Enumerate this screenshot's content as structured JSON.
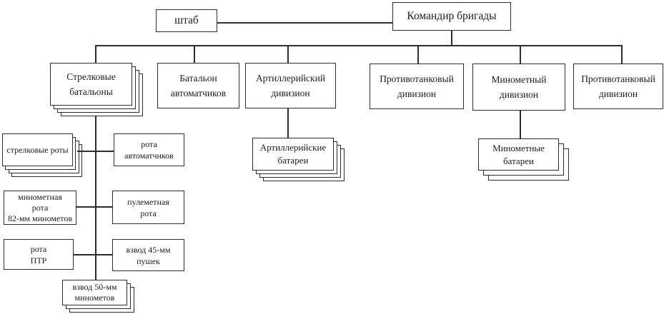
{
  "diagram": {
    "type": "org-chart",
    "language": "ru",
    "colors": {
      "background": "#ffffff",
      "line": "#2d2d2d",
      "box_fill": "#ffffff",
      "text": "#1d1d1d"
    },
    "nodes": {
      "shtab": {
        "label": "штаб",
        "stacked": false
      },
      "commander": {
        "label": "Командир бригады",
        "stacked": false
      },
      "rifle_battalions": {
        "label": "Стрелковые\nбатальоны",
        "stacked": true,
        "stack_layers": 4
      },
      "smg_battalion": {
        "label": "Батальон\nавтоматчиков",
        "stacked": false
      },
      "artillery_division": {
        "label": "Артиллерийский\nдивизион",
        "stacked": false
      },
      "at_division_1": {
        "label": "Противотанковый\nдивизион",
        "stacked": false
      },
      "mortar_division": {
        "label": "Минометный\nдивизион",
        "stacked": false
      },
      "at_division_2": {
        "label": "Противотанковый\nдивизион",
        "stacked": false
      },
      "rifle_companies": {
        "label": "стрелковые\nроты",
        "stacked": true,
        "stack_layers": 4
      },
      "smg_company": {
        "label": "рота\nавтоматчиков",
        "stacked": false
      },
      "mortar_company": {
        "label": "минометная\nрота\n82-мм минометов",
        "stacked": false
      },
      "mg_company": {
        "label": "пулеметная\nрота",
        "stacked": false
      },
      "ptr_company": {
        "label": "рота\nПТР",
        "stacked": false
      },
      "gun_platoon": {
        "label": "взвод 45-мм\nпушек",
        "stacked": false
      },
      "mortar_platoon": {
        "label": "взвод 50-мм\nминометов",
        "stacked": true,
        "stack_layers": 3
      },
      "artillery_batteries": {
        "label": "Артиллерийские\nбатареи",
        "stacked": true,
        "stack_layers": 4
      },
      "mortar_batteries": {
        "label": "Минометные\nбатареи",
        "stacked": true,
        "stack_layers": 3
      }
    },
    "edges": [
      {
        "from": "commander",
        "to": "shtab"
      },
      {
        "from": "commander",
        "to": "rifle_battalions"
      },
      {
        "from": "commander",
        "to": "smg_battalion"
      },
      {
        "from": "commander",
        "to": "artillery_division"
      },
      {
        "from": "commander",
        "to": "at_division_1"
      },
      {
        "from": "commander",
        "to": "mortar_division"
      },
      {
        "from": "commander",
        "to": "at_division_2"
      },
      {
        "from": "rifle_battalions",
        "to": "rifle_companies"
      },
      {
        "from": "rifle_battalions",
        "to": "smg_company"
      },
      {
        "from": "rifle_battalions",
        "to": "mortar_company"
      },
      {
        "from": "rifle_battalions",
        "to": "mg_company"
      },
      {
        "from": "rifle_battalions",
        "to": "ptr_company"
      },
      {
        "from": "rifle_battalions",
        "to": "gun_platoon"
      },
      {
        "from": "rifle_battalions",
        "to": "mortar_platoon"
      },
      {
        "from": "artillery_division",
        "to": "artillery_batteries"
      },
      {
        "from": "mortar_division",
        "to": "mortar_batteries"
      }
    ]
  }
}
